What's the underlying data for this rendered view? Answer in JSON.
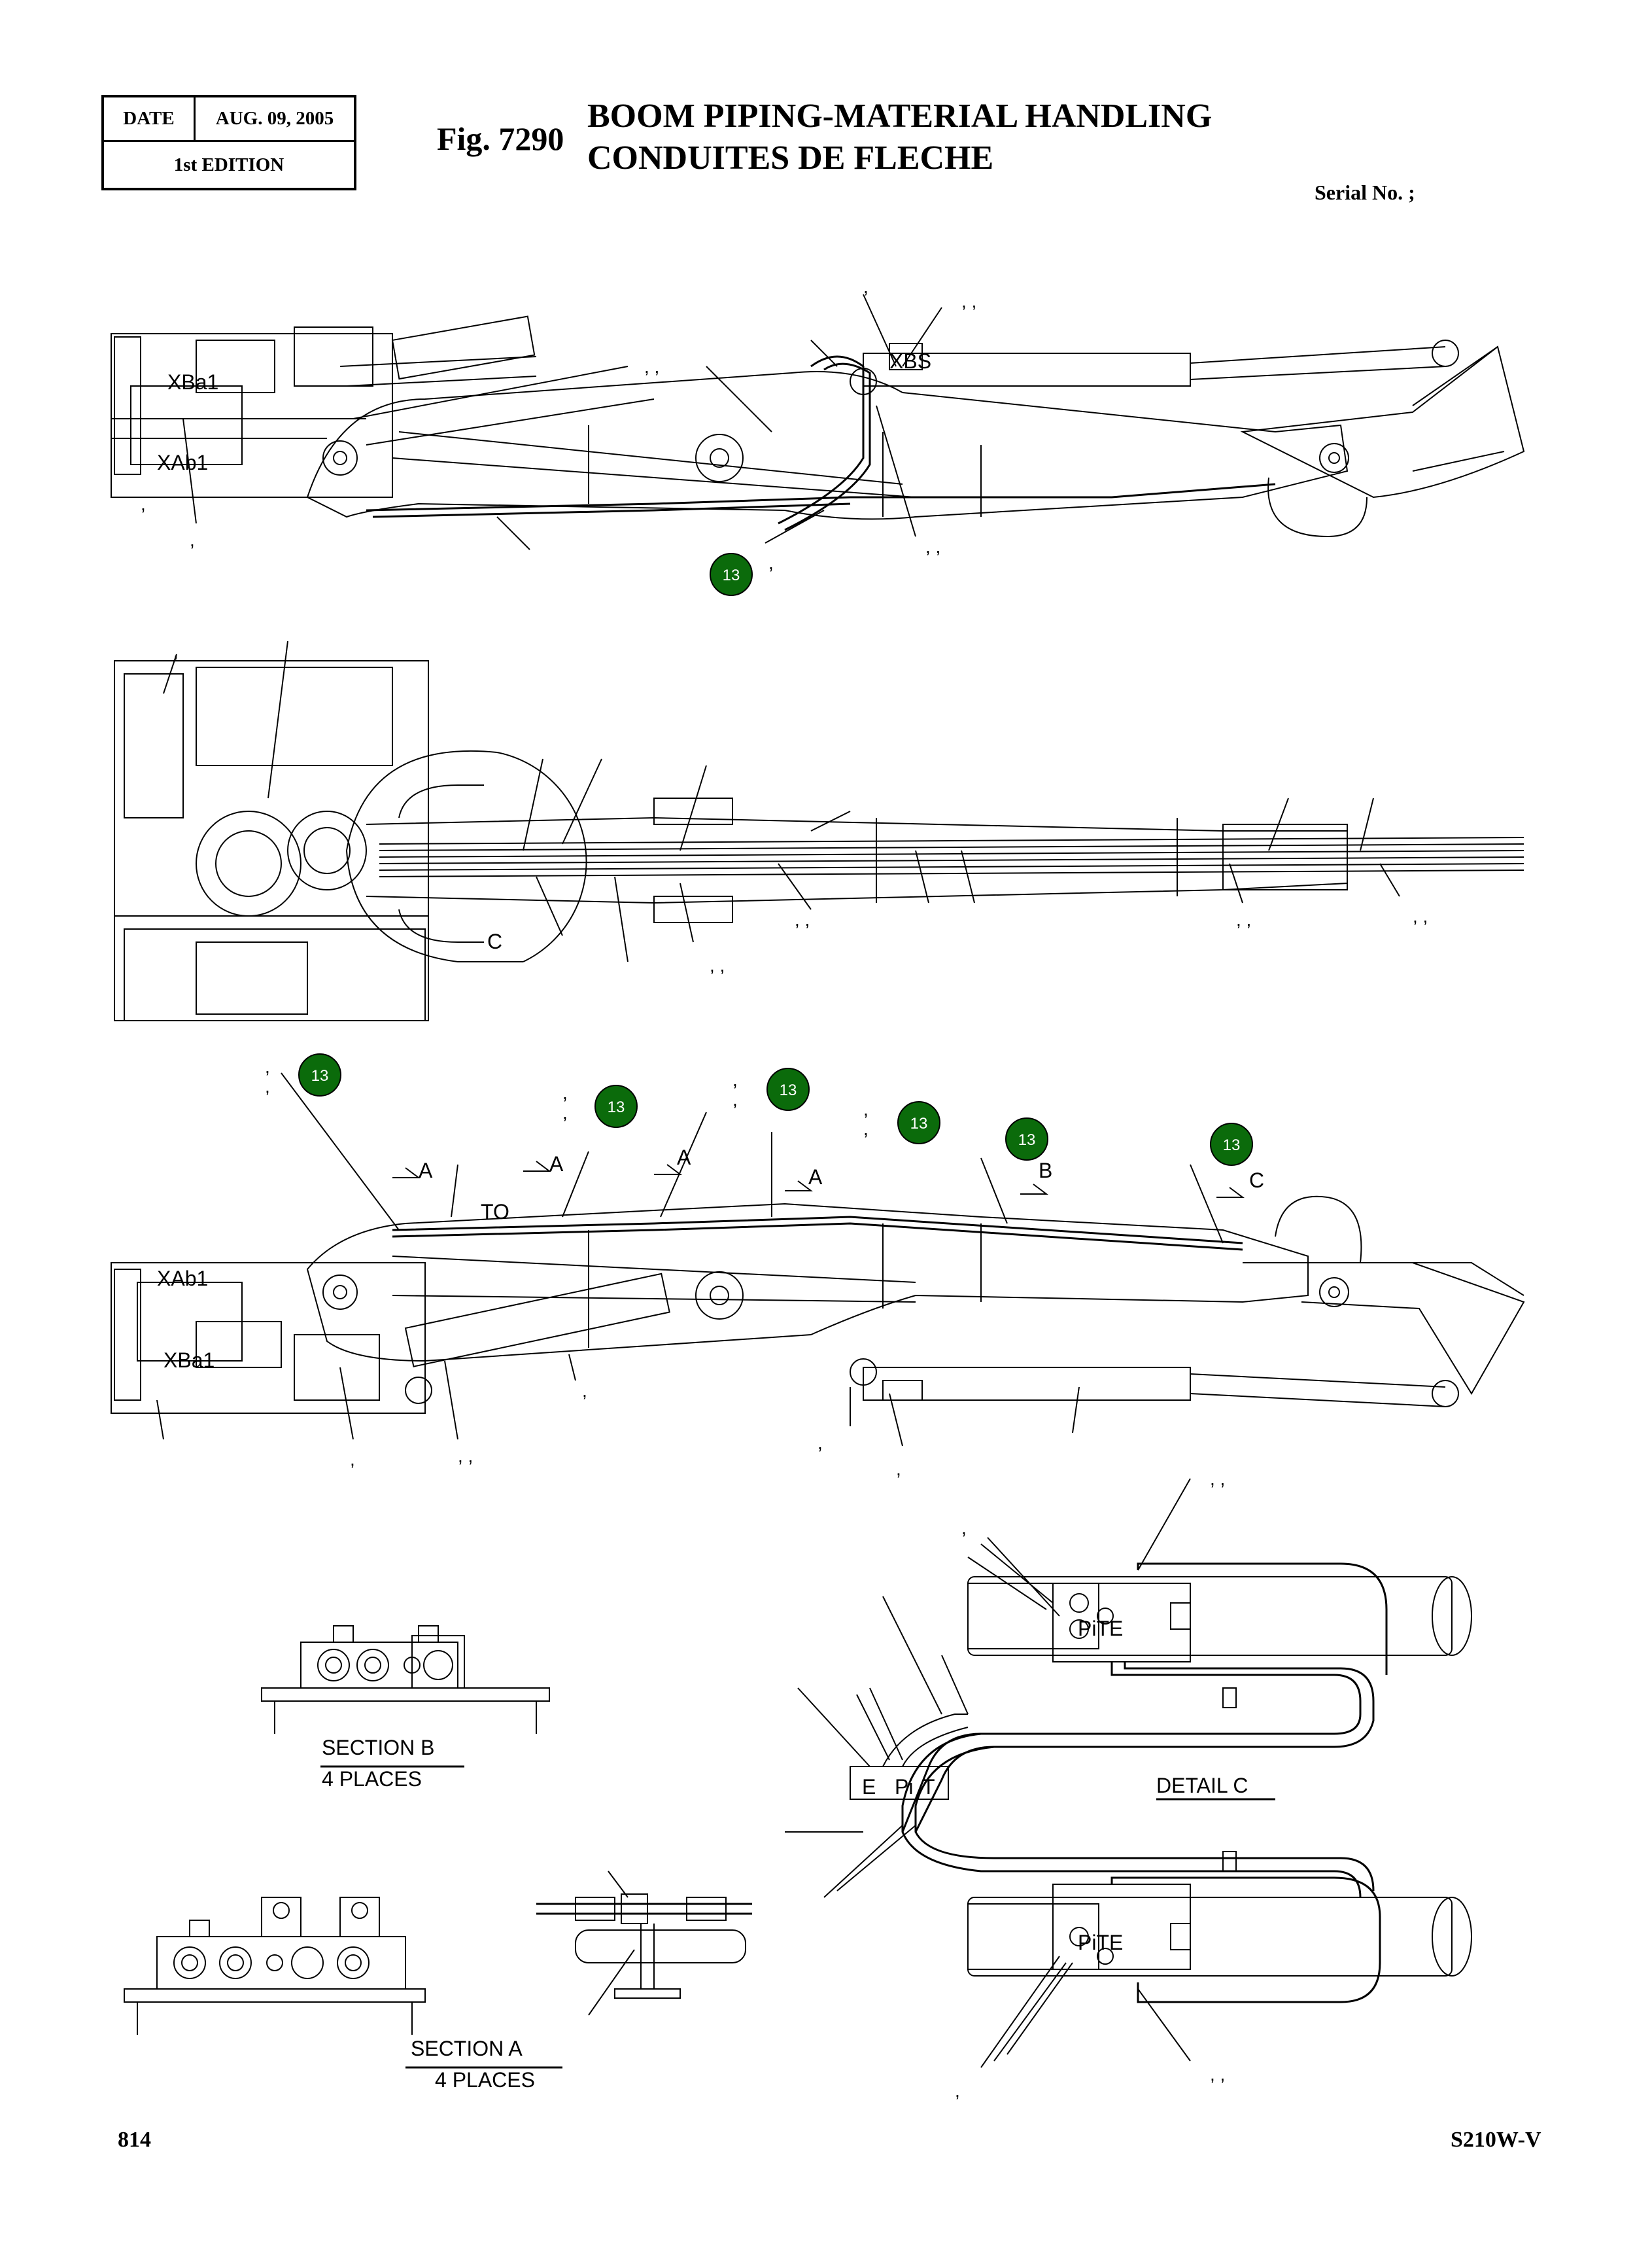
{
  "header": {
    "date_label": "DATE",
    "date_value": "AUG. 09, 2005",
    "edition": "1st EDITION",
    "fig_number": "Fig. 7290",
    "title_en": "BOOM PIPING-MATERIAL HANDLING",
    "title_fr": "CONDUITES DE FLECHE",
    "serial_label": "Serial No. ;"
  },
  "footer": {
    "page_number": "814",
    "model": "S210W-V"
  },
  "callout_badge": "13",
  "labels": {
    "xba1": "XBa1",
    "xab1": "XAb1",
    "xbs": "XBS",
    "c": "C",
    "a": "A",
    "b": "B",
    "to": "TO",
    "section_b": "SECTION    B",
    "section_b_places": "4 PLACES",
    "section_a": "SECTION      A",
    "section_a_places": "4 PLACES",
    "detail_c": "DETAIL   C",
    "pite": "PiTE",
    "e": "E",
    "pi": "Pi",
    "t": "T",
    "comma": ",",
    "comma2": ", ,"
  },
  "colors": {
    "badge": "#0b6b0b",
    "line": "#000000"
  }
}
